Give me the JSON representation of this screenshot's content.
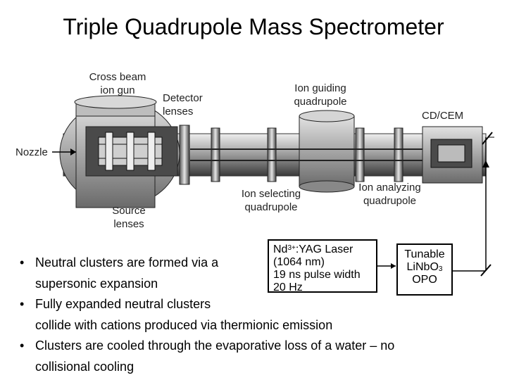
{
  "title": "Triple Quadrupole Mass Spectrometer",
  "labels": {
    "cross_beam_line1": "Cross beam",
    "cross_beam_line2": "ion gun",
    "detector_line1": "Detector",
    "detector_line2": "lenses",
    "ion_guiding_line1": "Ion guiding",
    "ion_guiding_line2": "quadrupole",
    "cdcem": "CD/CEM",
    "nozzle": "Nozzle",
    "source_line1": "Source",
    "source_line2": "lenses",
    "ion_selecting_line1": "Ion selecting",
    "ion_selecting_line2": "quadrupole",
    "ion_analyzing_line1": "Ion analyzing",
    "ion_analyzing_line2": "quadrupole"
  },
  "laser_box": {
    "line1_prefix": "Nd",
    "line1_sup": "3+",
    "line1_suffix": ":YAG Laser",
    "line2": "(1064 nm)",
    "line3": "19 ns pulse width",
    "line4": "20 Hz"
  },
  "opo_box": {
    "line1": "Tunable",
    "line2_prefix": "LiNbO",
    "line2_sub": "3",
    "line3": "OPO"
  },
  "bullets": [
    {
      "line1": "Neutral clusters are formed via a",
      "line2": "supersonic expansion"
    },
    {
      "line1": "Fully expanded neutral clusters",
      "line2": "collide with cations produced via thermionic emission"
    },
    {
      "line1": "Clusters are cooled through the evaporative loss of a water – no",
      "line2": "collisional cooling"
    }
  ],
  "bullet_symbol": "•"
}
